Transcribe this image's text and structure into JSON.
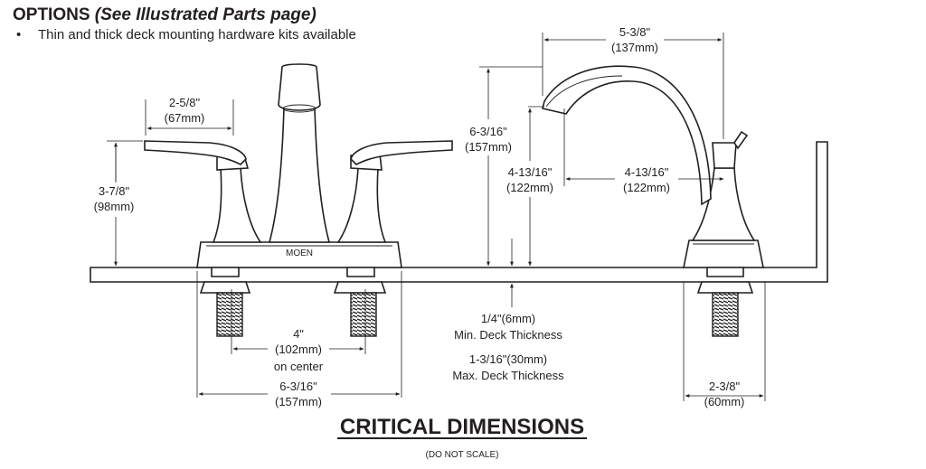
{
  "header": {
    "options_label": "OPTIONS",
    "options_sub": "(See Illustrated Parts page)",
    "bullet_mark": "•",
    "bullet_text": "Thin and thick deck mounting hardware kits available"
  },
  "brand_mark": "MOEN",
  "dimensions": {
    "handle_reach": {
      "imperial": "2-5/8\"",
      "metric": "(67mm)"
    },
    "handle_height": {
      "imperial": "3-7/8\"",
      "metric": "(98mm)"
    },
    "center": {
      "imperial": "4\"",
      "metric": "(102mm)",
      "note": "on center"
    },
    "base_width": {
      "imperial": "6-3/16\"",
      "metric": "(157mm)"
    },
    "spout_height": {
      "imperial": "6-3/16\"",
      "metric": "(157mm)"
    },
    "spout_clearance": {
      "imperial": "4-13/16\"",
      "metric": "(122mm)"
    },
    "spout_reach_side": {
      "imperial": "4-13/16\"",
      "metric": "(122mm)"
    },
    "spout_reach_top": {
      "imperial": "5-3/8\"",
      "metric": "(137mm)"
    },
    "min_deck": {
      "value": "1/4\"(6mm)",
      "label": "Min. Deck Thickness"
    },
    "max_deck": {
      "value": "1-3/16\"(30mm)",
      "label": "Max. Deck Thickness"
    },
    "side_base": {
      "imperial": "2-3/8\"",
      "metric": "(60mm)"
    }
  },
  "footer": {
    "title": "CRITICAL DIMENSIONS",
    "note": "(DO NOT SCALE)"
  }
}
